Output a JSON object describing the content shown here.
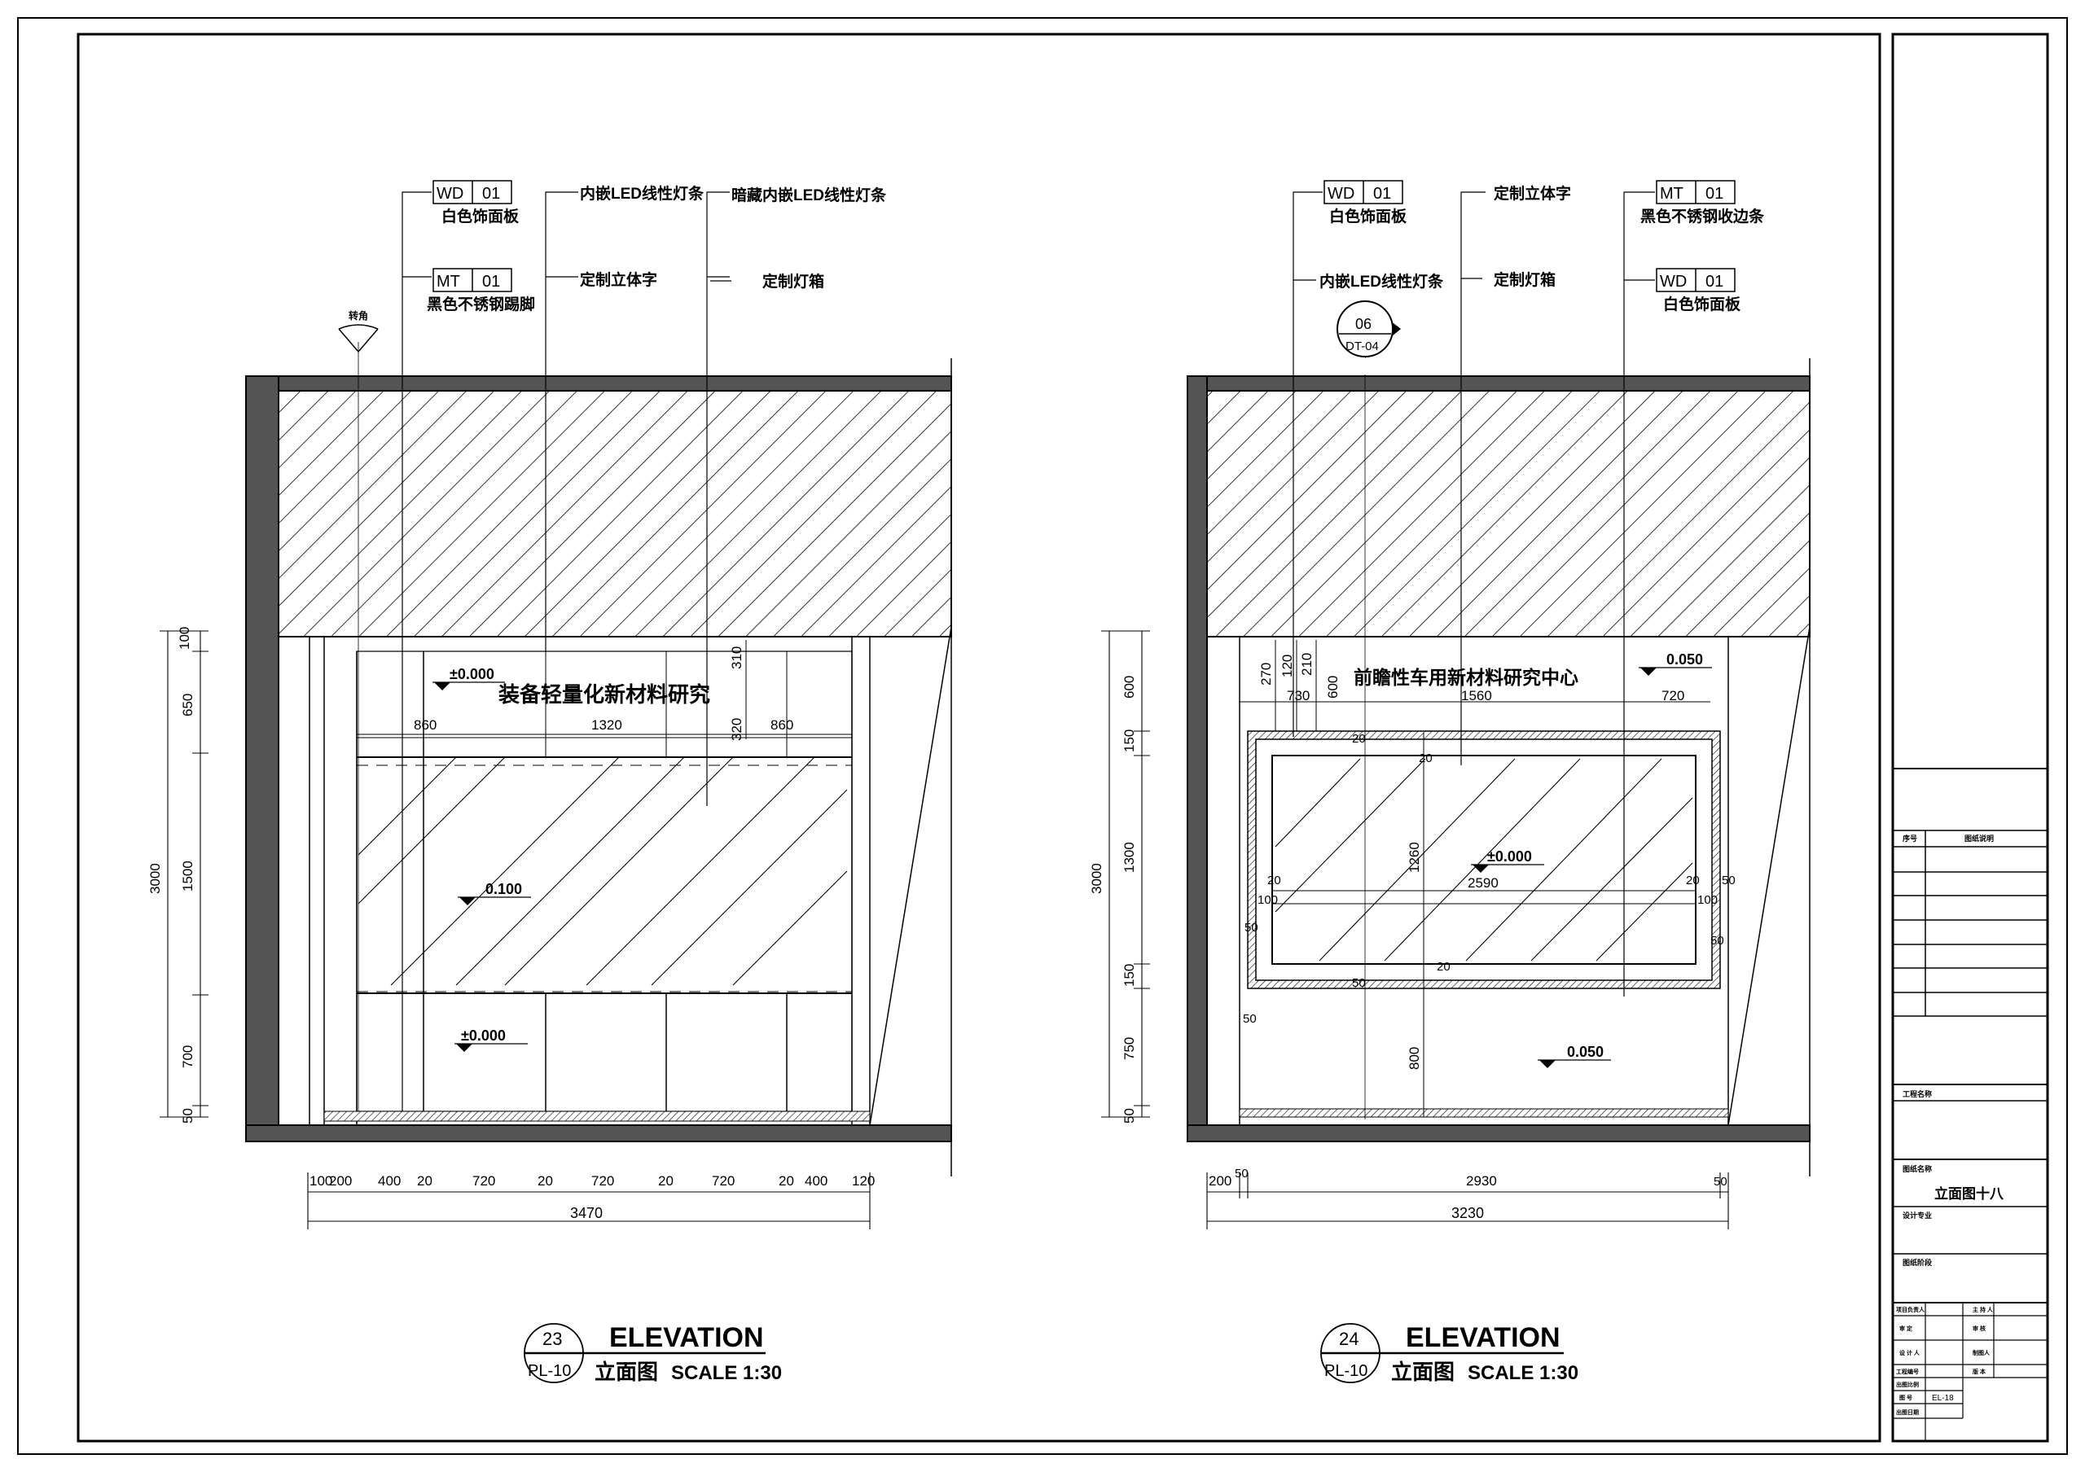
{
  "left": {
    "tags": [
      {
        "code": "WD",
        "num": "01",
        "label": "白色饰面板"
      },
      {
        "code": "MT",
        "num": "01",
        "label": "黑色不锈钢踢脚"
      }
    ],
    "callouts": [
      "内嵌LED线性灯条",
      "定制立体字",
      "暗藏内嵌LED线性灯条",
      "定制灯箱"
    ],
    "turn_label": "转角",
    "sign_text": "装备轻量化新材料研究",
    "levels": [
      "±0.000",
      "0.100",
      "±0.000"
    ],
    "vert_dims": [
      "100",
      "650",
      "1500",
      "700",
      "50"
    ],
    "overall_height": "3000",
    "inner_dims": [
      "860",
      "1320",
      "860",
      "310",
      "320"
    ],
    "bottom_dims": [
      "100",
      "200",
      "400",
      "20",
      "720",
      "20",
      "720",
      "20",
      "720",
      "20",
      "400",
      "120"
    ],
    "overall_width": "3470",
    "view_num": "23",
    "view_ref": "PL-10",
    "view_title": "ELEVATION",
    "view_sub": "立面图",
    "view_scale": "SCALE 1:30"
  },
  "right": {
    "tags": [
      {
        "code": "WD",
        "num": "01",
        "label": "白色饰面板"
      },
      {
        "code": "MT",
        "num": "01",
        "label": "黑色不锈钢收边条"
      },
      {
        "code": "WD",
        "num": "01",
        "label": "白色饰面板"
      }
    ],
    "callouts": [
      "内嵌LED线性灯条",
      "定制立体字",
      "定制灯箱"
    ],
    "section_num": "06",
    "section_ref": "DT-04",
    "sign_text": "前瞻性车用新材料研究中心",
    "levels": [
      "0.050",
      "±0.000",
      "0.050"
    ],
    "vert_dims": [
      "600",
      "150",
      "1300",
      "150",
      "750",
      "50"
    ],
    "overall_height": "3000",
    "inner_dims": [
      "270",
      "120",
      "210",
      "730",
      "600",
      "1560",
      "720",
      "1260",
      "2590",
      "800"
    ],
    "small_dims": [
      "20",
      "20",
      "20",
      "20",
      "20",
      "100",
      "100",
      "50",
      "50",
      "50",
      "50",
      "50"
    ],
    "bottom_dims": [
      "200",
      "50",
      "2930",
      "50"
    ],
    "overall_width": "3230",
    "view_num": "24",
    "view_ref": "PL-10",
    "view_title": "ELEVATION",
    "view_sub": "立面图",
    "view_scale": "SCALE 1:30"
  },
  "title_block": {
    "index_header": [
      "序号",
      "图纸说明"
    ],
    "project_name_label": "工程名称",
    "drawing_name_label": "图纸名称",
    "drawing_name": "立面图十八",
    "discipline_label": "设计专业",
    "stage_label": "图纸阶段",
    "sign_rows": [
      [
        "项目负责人",
        "",
        "主 持 人",
        ""
      ],
      [
        "审    定",
        "",
        "审    核",
        ""
      ],
      [
        "设 计 人",
        "",
        "制图人",
        ""
      ],
      [
        "工程编号",
        "",
        "版  本",
        ""
      ],
      [
        "出图比例",
        "",
        "",
        ""
      ],
      [
        "图    号",
        "EL-18",
        "",
        ""
      ],
      [
        "出图日期",
        "",
        "",
        ""
      ]
    ]
  }
}
